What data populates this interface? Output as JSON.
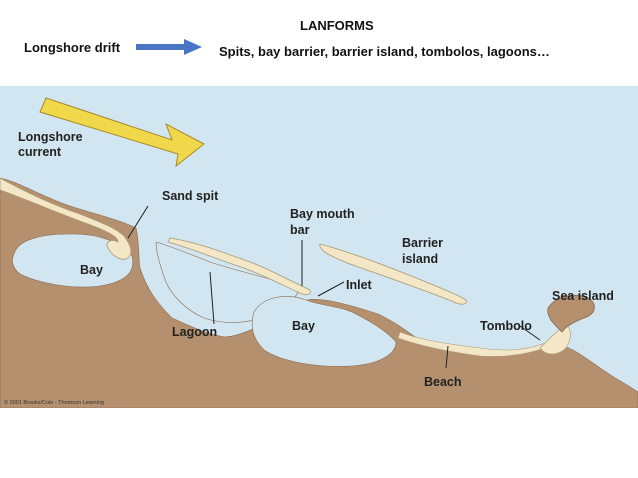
{
  "header": {
    "title": "LANFORMS",
    "left_label": "Longshore drift",
    "landforms_list": "Spits, bay barrier, barrier island, tombolos, lagoons…"
  },
  "colors": {
    "water": "#d1e6f0",
    "land": "#b5906f",
    "sand": "#f3e7c7",
    "arrow_yellow": "#f1d84a",
    "header_arrow": "#4a74c6"
  },
  "figure": {
    "labels": {
      "longshore_current_1": "Longshore",
      "longshore_current_2": "current",
      "sand_spit": "Sand spit",
      "bay_left": "Bay",
      "bay_mouth_bar_1": "Bay mouth",
      "bay_mouth_bar_2": "bar",
      "barrier_island_1": "Barrier",
      "barrier_island_2": "island",
      "inlet": "Inlet",
      "sea_island": "Sea island",
      "lagoon": "Lagoon",
      "bay_center": "Bay",
      "tombolo": "Tombolo",
      "beach": "Beach"
    },
    "credit": "© 2001 Brooks/Cole - Thomson Learning"
  }
}
